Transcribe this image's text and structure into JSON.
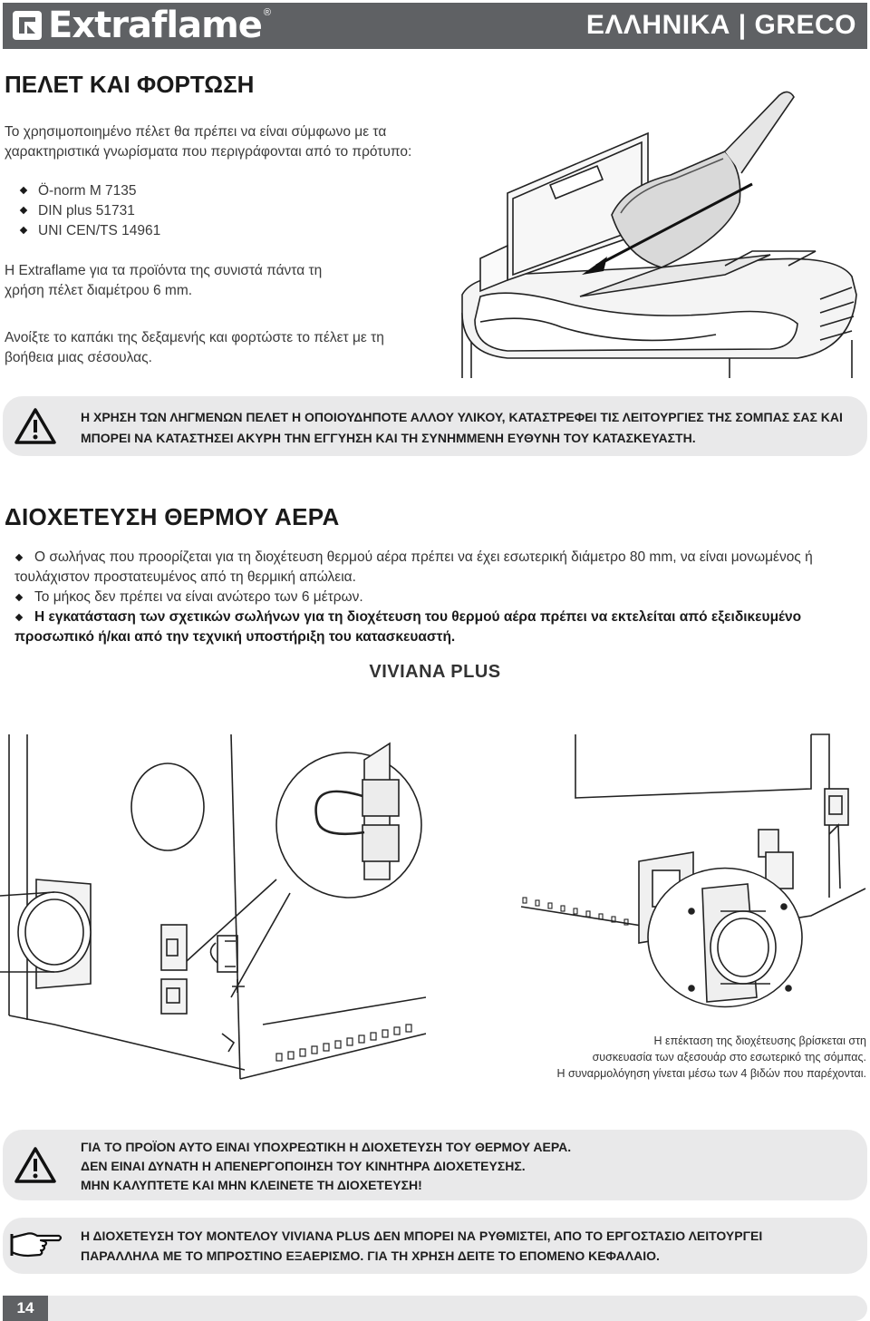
{
  "header": {
    "brand": "Extraflame",
    "registered": "®",
    "language": "ΕΛΛΗΝΙΚΑ | GRECO"
  },
  "pellet": {
    "title": "ΠΕΛΕΤ ΚΑΙ ΦΟΡΤΩΣΗ",
    "intro_line1": "Το χρησιμοποιημένο πέλετ θα πρέπει να είναι σύμφωνο με τα",
    "intro_line2": "χαρακτηριστικά γνωρίσματα που περιγράφονται από το πρότυπο:",
    "standards": [
      "Ö-norm M 7135",
      "DIN plus 51731",
      "UNI CEN/TS 14961"
    ],
    "recommend_line1": "Η Extraflame για τα προϊόντα της συνιστά πάντα τη",
    "recommend_line2": "χρήση πέλετ διαμέτρου 6 mm.",
    "open_line1": "Ανοίξτε το καπάκι της δεξαμενής και φορτώστε το πέλετ με τη",
    "open_line2": "βοήθεια μιας σέσουλας."
  },
  "warning1": {
    "line1": "Η ΧΡΗΣΗ ΤΩΝ ΛΗΓΜΕΝΩΝ ΠΕΛΕΤ Η ΟΠΟΙΟΥΔΗΠΟΤΕ ΑΛΛΟΥ ΥΛΙΚΟΥ, ΚΑΤΑΣΤΡΕΦΕΙ ΤΙΣ ΛΕΙΤΟΥΡΓΙΕΣ ΤΗΣ ΣΟΜΠΑΣ ΣΑΣ ΚΑΙ",
    "line2": "ΜΠΟΡΕΙ ΝΑ ΚΑΤΑΣΤΗΣΕΙ ΑΚΥΡΗ ΤΗΝ ΕΓΓΥΗΣΗ ΚΑΙ ΤΗ ΣΥΝΗΜΜΕΝΗ ΕΥΘΥΝΗ ΤΟΥ ΚΑΤΑΣΚΕΥΑΣΤΗ."
  },
  "ducting": {
    "title": "ΔΙΟΧΕΤΕΥΣΗ ΘΕΡΜΟΥ ΑΕΡΑ",
    "items": [
      "Ο σωλήνας που προορίζεται για τη διοχέτευση θερμού αέρα πρέπει να έχει εσωτερική διάμετρο 80 mm, να είναι μονωμένος ή τουλάχιστον προστατευμένος από τη θερμική απώλεια.",
      "Το μήκος δεν πρέπει να είναι ανώτερο των 6 μέτρων.",
      "Η εγκατάσταση των σχετικών σωλήνων για τη διοχέτευση του θερμού αέρα πρέπει να εκτελείται από εξειδικευμένο προσωπικό ή/και από την τεχνική υποστήριξη του κατασκευαστή."
    ],
    "model": "VIVIANA PLUS",
    "caption_line1": "Η επέκταση της διοχέτευσης βρίσκεται στη",
    "caption_line2": "συσκευασία των αξεσουάρ στο εσωτερικό της σόμπας.",
    "caption_line3": "Η συναρμολόγηση γίνεται μέσω των 4 βιδών που παρέχονται."
  },
  "warning2": {
    "line1": "ΓΙΑ ΤΟ ΠΡΟΪΟΝ ΑΥΤΟ ΕΙΝΑΙ ΥΠΟΧΡΕΩΤΙΚΗ Η ΔΙΟΧΕΤΕΥΣΗ ΤΟΥ ΘΕΡΜΟΥ ΑΕΡΑ.",
    "line2": "ΔΕΝ ΕΙΝΑΙ ΔΥΝΑΤΗ Η ΑΠΕΝΕΡΓΟΠΟΙΗΣΗ ΤΟΥ ΚΙΝΗΤΗΡΑ ΔΙΟΧΕΤΕΥΣΗΣ.",
    "line3": "ΜΗΝ ΚΑΛΥΠΤΕΤΕ ΚΑΙ ΜΗΝ ΚΛΕΙΝΕΤΕ ΤΗ ΔΙΟΧΕΤΕΥΣΗ!"
  },
  "note": {
    "line1": "Η ΔΙΟΧΕΤΕΥΣΗ ΤΟΥ ΜΟΝΤΕΛΟΥ VIVIANA PLUS ΔΕΝ ΜΠΟΡΕΙ ΝΑ ΡΥΘΜΙΣΤΕΙ, ΑΠΟ ΤΟ ΕΡΓΟΣΤΑΣΙΟ ΛΕΙΤΟΥΡΓΕΙ",
    "line2": "ΠΑΡΑΛΛΗΛΑ ΜΕ ΤΟ ΜΠΡΟΣΤΙΝΟ ΕΞΑΕΡΙΣΜΟ. ΓΙΑ ΤΗ ΧΡΗΣΗ ΔΕΙΤΕ ΤΟ ΕΠΟΜΕΝΟ ΚΕΦΑΛΑΙΟ."
  },
  "footer": {
    "page": "14"
  },
  "icons": {
    "warning": "warning-triangle-icon",
    "note": "pointing-hand-icon",
    "bullet": "diamond-bullet-icon"
  },
  "colors": {
    "header_bg": "#5f6164",
    "panel_bg": "#e9e9ea"
  }
}
